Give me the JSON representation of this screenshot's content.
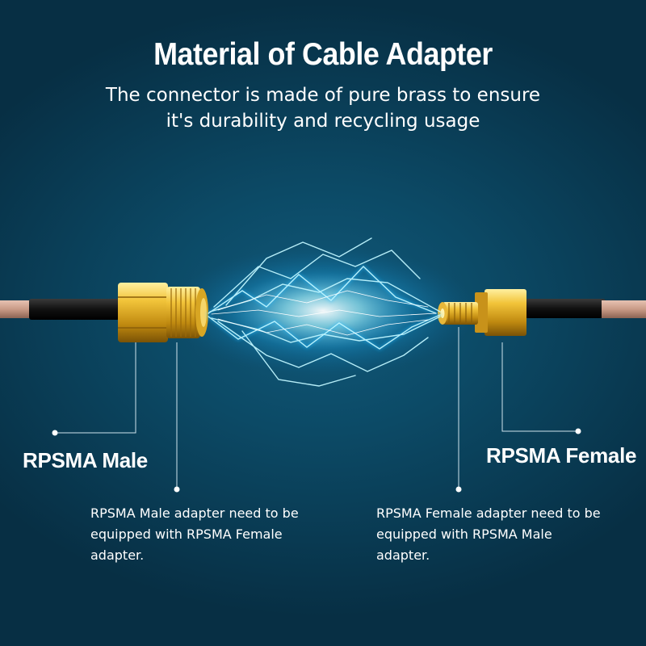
{
  "header": {
    "title": "Material of Cable Adapter",
    "subtitle_line1": "The connector is made of pure brass to ensure",
    "subtitle_line2": "it's durability and recycling usage"
  },
  "male": {
    "label": "RPSMA Male",
    "desc_line1": "RPSMA Male adapter need to be",
    "desc_line2": "equipped with RPSMA Female",
    "desc_line3": "adapter."
  },
  "female": {
    "label": "RPSMA Female",
    "desc_line1": "RPSMA Female adapter need to be",
    "desc_line2": "equipped with RPSMA Male",
    "desc_line3": "adapter."
  },
  "colors": {
    "background": "#0c4a66",
    "text": "#ffffff",
    "brass": "#d4a017",
    "cable": "#c99a86",
    "spark": "#7fe7ff"
  }
}
